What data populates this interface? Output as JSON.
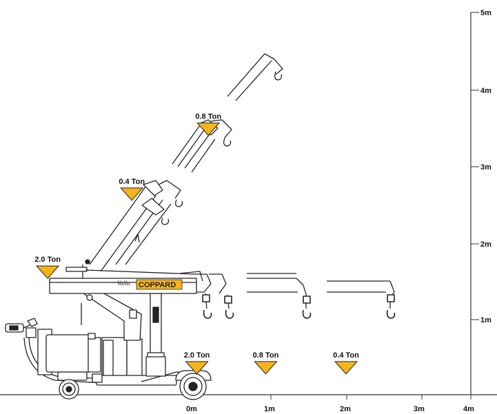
{
  "brand": {
    "name": "COPPARD",
    "script": "Valla"
  },
  "colors": {
    "accent": "#f5b51a",
    "ink": "#111111",
    "outline": "#333333"
  },
  "axes": {
    "x_labels": [
      "0m",
      "1m",
      "2m",
      "3m",
      "4m"
    ],
    "y_labels": [
      "1m",
      "2m",
      "3m",
      "4m",
      "5m"
    ]
  },
  "load_markers": [
    {
      "label": "0.8 Ton",
      "x_m": 0.2,
      "y_m": 3.5
    },
    {
      "label": "0.4 Ton",
      "x_m": -0.8,
      "y_m": 2.65
    },
    {
      "label": "2.0 Ton",
      "x_m": -1.9,
      "y_m": 1.63
    },
    {
      "label": "2.0 Ton",
      "x_m": 0.05,
      "y_m": 0.38
    },
    {
      "label": "0.8 Ton",
      "x_m": 0.95,
      "y_m": 0.38
    },
    {
      "label": "0.4 Ton",
      "x_m": 2.0,
      "y_m": 0.38
    }
  ]
}
